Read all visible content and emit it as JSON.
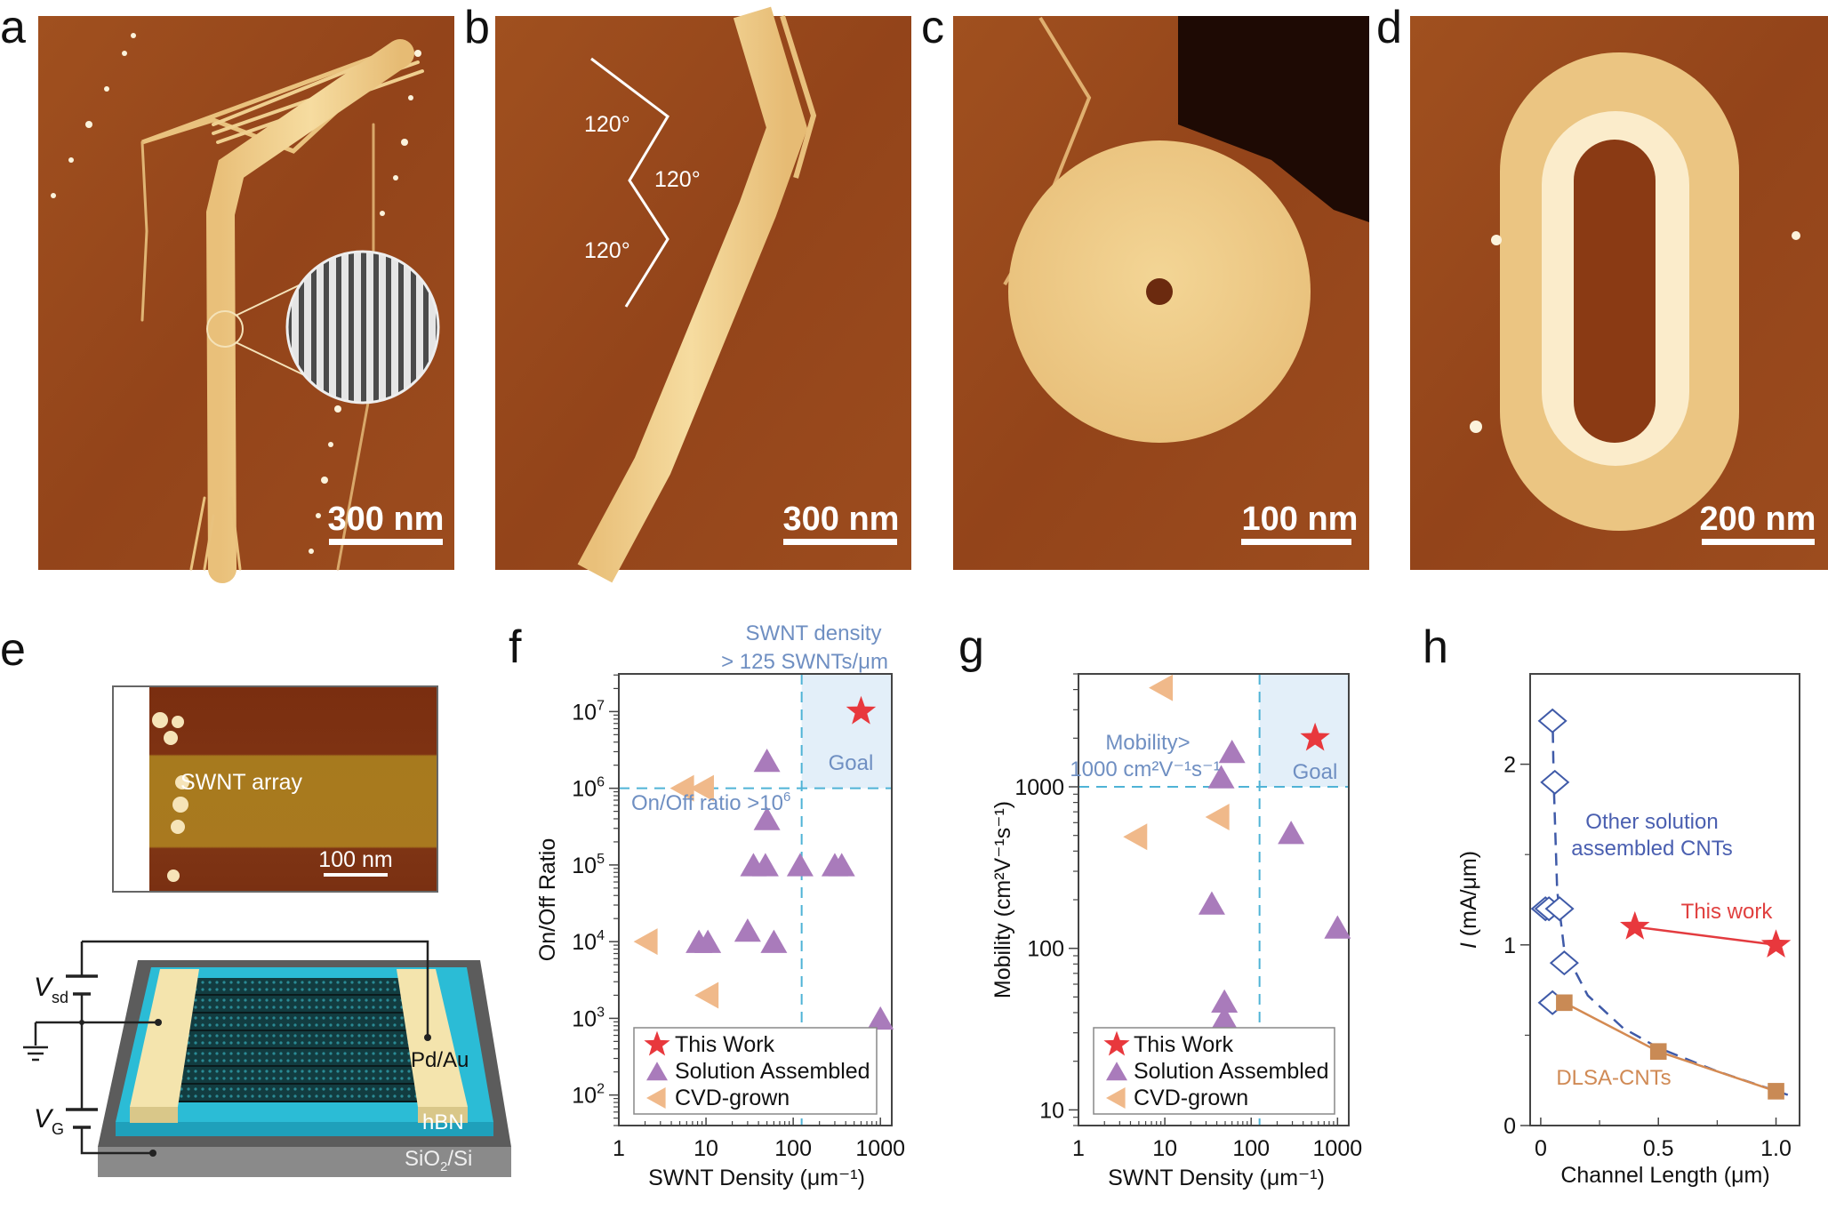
{
  "figure": {
    "panel_labels": {
      "a": "a",
      "b": "b",
      "c": "c",
      "d": "d",
      "e": "e",
      "f": "f",
      "g": "g",
      "h": "h"
    },
    "scale_bars": {
      "a": "300 nm",
      "b": "300 nm",
      "c": "100 nm",
      "d": "200 nm",
      "e": "100 nm"
    },
    "angles": [
      "120°",
      "120°",
      "120°"
    ],
    "e": {
      "inset_label": "SWNT array",
      "vsd": "V",
      "vsd_sub": "sd",
      "vg": "V",
      "vg_sub": "G",
      "contact": "Pd/Au",
      "dielectric": "hBN",
      "substrate": "SiO",
      "substrate_sub": "2",
      "substrate_rest": "/Si"
    }
  },
  "chart_data": [
    {
      "panel": "f",
      "type": "scatter",
      "xscale": "log",
      "yscale": "log",
      "xlabel": "SWNT Density (μm⁻¹)",
      "ylabel": "On/Off Ratio",
      "xlim": [
        1,
        1350
      ],
      "ylim": [
        40,
        31000000
      ],
      "xticks": [
        {
          "value": 1,
          "label": "1"
        },
        {
          "value": 10,
          "label": "10"
        },
        {
          "value": 100,
          "label": "100"
        },
        {
          "value": 1000,
          "label": "1000"
        }
      ],
      "yticks": [
        {
          "value": 100,
          "base": "10",
          "exp": "2"
        },
        {
          "value": 1000,
          "base": "10",
          "exp": "3"
        },
        {
          "value": 10000,
          "base": "10",
          "exp": "4"
        },
        {
          "value": 100000,
          "base": "10",
          "exp": "5"
        },
        {
          "value": 1000000,
          "base": "10",
          "exp": "6"
        },
        {
          "value": 10000000,
          "base": "10",
          "exp": "7"
        }
      ],
      "thresholds": {
        "x": 125,
        "y": 1000000
      },
      "goal_region": {
        "x_min": 125,
        "y_min": 1000000,
        "label": "Goal",
        "color": "#e3eff9"
      },
      "annotations": {
        "x_threshold_line1": "SWNT density",
        "x_threshold_line2": "> 125 SWNTs/μm",
        "y_threshold": "On/Off ratio >10",
        "y_threshold_exp": "6"
      },
      "legend_position": "bottom-left",
      "series": [
        {
          "name": "This Work",
          "marker": "star",
          "color": "#e8383d",
          "points": [
            [
              600,
              10000000
            ]
          ]
        },
        {
          "name": "Solution Assembled",
          "marker": "triangle-up",
          "color": "#a97bbb",
          "points": [
            [
              50,
              2300000
            ],
            [
              50,
              400000
            ],
            [
              35,
              100000
            ],
            [
              48,
              100000
            ],
            [
              120,
              100000
            ],
            [
              300,
              100000
            ],
            [
              360,
              100000
            ],
            [
              8.3,
              10000
            ],
            [
              10.5,
              10000
            ],
            [
              30,
              14000
            ],
            [
              60,
              10000
            ],
            [
              1000,
              1000
            ]
          ]
        },
        {
          "name": "CVD-grown",
          "marker": "triangle-left",
          "color": "#f0b98a",
          "points": [
            [
              5.5,
              1000000
            ],
            [
              9.3,
              1000000
            ],
            [
              2.1,
              10000
            ],
            [
              10.5,
              2000
            ]
          ]
        }
      ]
    },
    {
      "panel": "g",
      "type": "scatter",
      "xscale": "log",
      "yscale": "log",
      "xlabel": "SWNT Density (μm⁻¹)",
      "ylabel": "Mobility (cm²V⁻¹s⁻¹)",
      "xlim": [
        1,
        1350
      ],
      "ylim": [
        8,
        5000
      ],
      "xticks": [
        {
          "value": 1,
          "label": "1"
        },
        {
          "value": 10,
          "label": "10"
        },
        {
          "value": 100,
          "label": "100"
        },
        {
          "value": 1000,
          "label": "1000"
        }
      ],
      "yticks": [
        {
          "value": 10,
          "label": "10"
        },
        {
          "value": 100,
          "label": "100"
        },
        {
          "value": 1000,
          "label": "1000"
        }
      ],
      "thresholds": {
        "x": 125,
        "y": 1000
      },
      "goal_region": {
        "x_min": 125,
        "y_min": 1000,
        "label": "Goal",
        "color": "#e3eff9"
      },
      "annotations": {
        "y_threshold_line1": "Mobility>",
        "y_threshold_line2": "1000 cm²V⁻¹s⁻¹"
      },
      "legend_position": "bottom-left",
      "series": [
        {
          "name": "This Work",
          "marker": "star",
          "color": "#e8383d",
          "points": [
            [
              550,
              2000
            ]
          ]
        },
        {
          "name": "Solution Assembled",
          "marker": "triangle-up",
          "color": "#a97bbb",
          "points": [
            [
              60,
              1650
            ],
            [
              45,
              1150
            ],
            [
              290,
              520
            ],
            [
              35,
              190
            ],
            [
              1000,
              135
            ],
            [
              49,
              47
            ],
            [
              49,
              37
            ]
          ]
        },
        {
          "name": "CVD-grown",
          "marker": "triangle-left",
          "color": "#f0b98a",
          "points": [
            [
              9.3,
              4100
            ],
            [
              42,
              650
            ],
            [
              4.7,
              490
            ]
          ]
        }
      ]
    },
    {
      "panel": "h",
      "type": "line",
      "xscale": "linear",
      "yscale": "linear",
      "xlabel": "Channel Length (μm)",
      "ylabel_symbol": "I",
      "ylabel": " (mA/μm)",
      "xlim": [
        -0.045,
        1.1
      ],
      "ylim": [
        0,
        2.5
      ],
      "xticks": [
        {
          "value": 0,
          "label": "0"
        },
        {
          "value": 0.5,
          "label": "0.5"
        },
        {
          "value": 1.0,
          "label": "1.0"
        }
      ],
      "yticks": [
        {
          "value": 0,
          "label": "0"
        },
        {
          "value": 1,
          "label": "1"
        },
        {
          "value": 2,
          "label": "2"
        }
      ],
      "annotations": {
        "other_line1": "Other solution",
        "other_line2": "assembled CNTs",
        "this_work": "This work",
        "dlsa": "DLSA-CNTs"
      },
      "series": [
        {
          "name": "Other solution assembled CNTs",
          "marker": "diamond-open",
          "color": "#3f5aa8",
          "line": "none",
          "points": [
            [
              0.05,
              2.24
            ],
            [
              0.06,
              1.9
            ],
            [
              0.02,
              1.2
            ],
            [
              0.035,
              1.2
            ],
            [
              0.08,
              1.2
            ],
            [
              0.1,
              0.9
            ],
            [
              0.05,
              0.68
            ]
          ],
          "trend": {
            "style": "dashed",
            "points": [
              [
                0.05,
                2.3
              ],
              [
                0.055,
                1.9
              ],
              [
                0.07,
                1.3
              ],
              [
                0.1,
                0.97
              ],
              [
                0.2,
                0.72
              ],
              [
                0.35,
                0.54
              ],
              [
                0.5,
                0.43
              ],
              [
                0.75,
                0.3
              ],
              [
                1.05,
                0.17
              ]
            ]
          }
        },
        {
          "name": "DLSA-CNTs",
          "marker": "square",
          "color": "#c98a55",
          "line": "solid",
          "points": [
            [
              0.1,
              0.68
            ],
            [
              0.5,
              0.41
            ],
            [
              1.0,
              0.19
            ]
          ]
        },
        {
          "name": "This work",
          "marker": "star",
          "color": "#e8383d",
          "line": "solid",
          "points": [
            [
              0.4,
              1.1
            ],
            [
              1.0,
              1.0
            ]
          ]
        }
      ]
    }
  ]
}
